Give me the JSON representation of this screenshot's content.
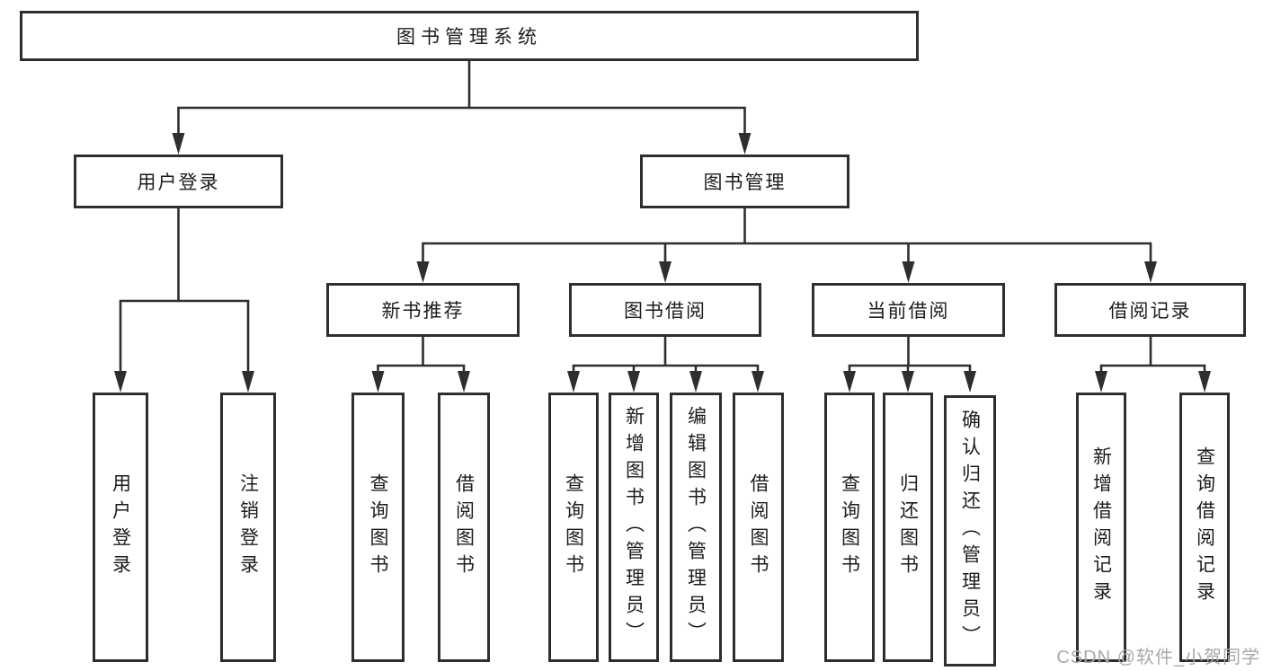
{
  "tree": {
    "label": "图书管理系统",
    "children": [
      {
        "label": "用户登录",
        "children": [
          {
            "label": "用户登录"
          },
          {
            "label": "注销登录"
          }
        ]
      },
      {
        "label": "图书管理",
        "children": [
          {
            "label": "新书推荐",
            "children": [
              {
                "label": "查询图书"
              },
              {
                "label": "借阅图书"
              }
            ]
          },
          {
            "label": "图书借阅",
            "children": [
              {
                "label": "查询图书"
              },
              {
                "label": "新增图书（管理员）"
              },
              {
                "label": "编辑图书（管理员）"
              },
              {
                "label": "借阅图书"
              }
            ]
          },
          {
            "label": "当前借阅",
            "children": [
              {
                "label": "查询图书"
              },
              {
                "label": "归还图书"
              },
              {
                "label": "确认归还（管理员）"
              }
            ]
          },
          {
            "label": "借阅记录",
            "children": [
              {
                "label": "新增借阅记录"
              },
              {
                "label": "查询借阅记录"
              }
            ]
          }
        ]
      }
    ]
  },
  "watermark": "CSDN @软件_小贺同学",
  "colors": {
    "line": "#2e2e2e",
    "text": "#1c1c1c",
    "box_background": "#ffffff",
    "watermark": "#aaa7aa"
  }
}
